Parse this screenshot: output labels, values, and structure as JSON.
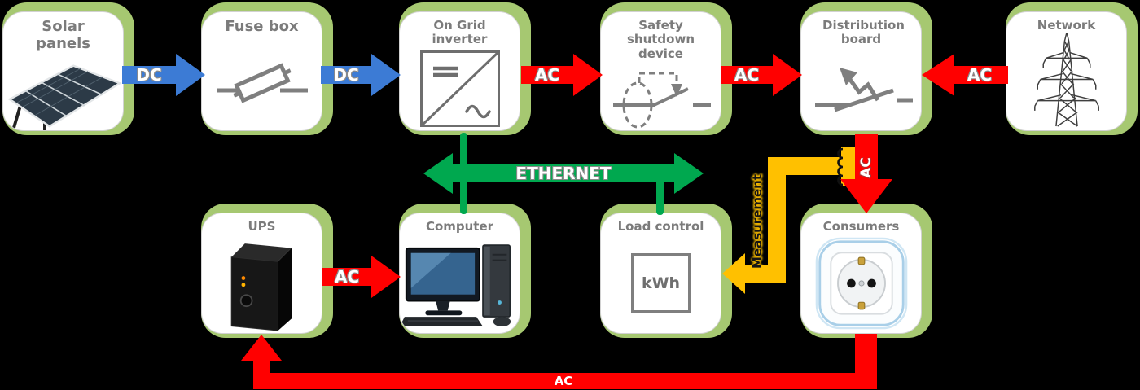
{
  "colors": {
    "node_border_green": "#A6C871",
    "dc_arrow_blue": "#3C7BD5",
    "ac_arrow_red": "#FF0000",
    "ethernet_green": "#00A84F",
    "measurement_yellow": "#FFC000",
    "icon_gray": "#7F7F7F",
    "title_gray": "#7B7B7B"
  },
  "nodes": {
    "solar": {
      "title": "Solar panels"
    },
    "fuse": {
      "title": "Fuse box"
    },
    "inverter": {
      "title": "On Grid inverter"
    },
    "safety": {
      "title": "Safety shutdown device"
    },
    "distribution": {
      "title": "Distribution board"
    },
    "network": {
      "title": "Network"
    },
    "ups": {
      "title": "UPS"
    },
    "computer": {
      "title": "Computer"
    },
    "load_control": {
      "title": "Load control",
      "meter_label": "kWh"
    },
    "consumers": {
      "title": "Consumers"
    }
  },
  "links": {
    "solar_to_fuse": {
      "label": "DC"
    },
    "fuse_to_inverter": {
      "label": "DC"
    },
    "inverter_to_safety": {
      "label": "AC"
    },
    "safety_to_distribution": {
      "label": "AC"
    },
    "network_to_distribution": {
      "label": "AC"
    },
    "ethernet": {
      "label": "ETHERNET"
    },
    "ups_to_computer": {
      "label": "AC"
    },
    "distribution_to_consumers": {
      "label": "AC"
    },
    "consumers_to_load_control": {
      "label": "Measurement"
    },
    "consumers_to_ups": {
      "label": "AC"
    }
  }
}
